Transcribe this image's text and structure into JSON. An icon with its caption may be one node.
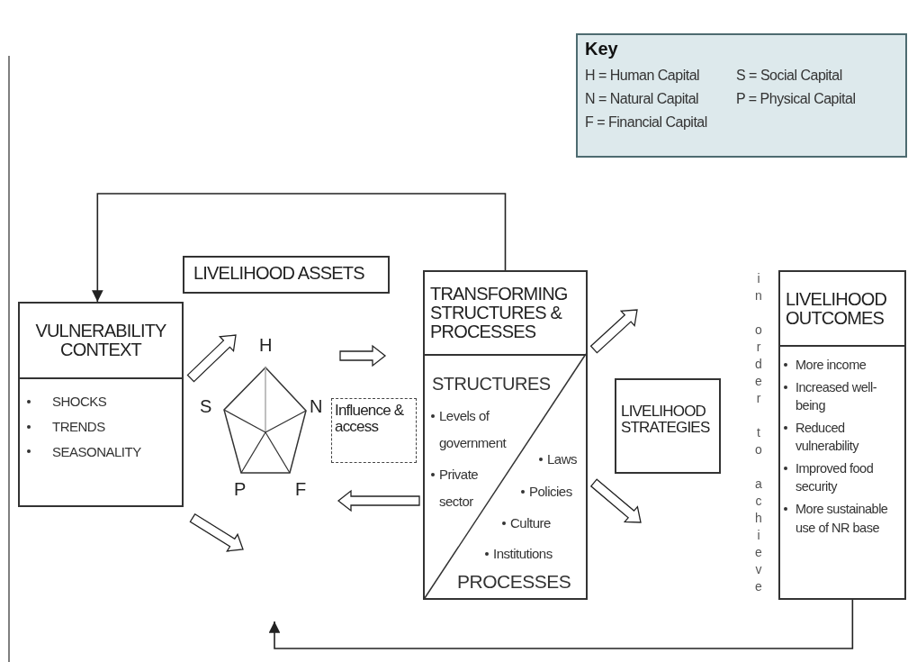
{
  "diagram": {
    "nodes": [
      {
        "text": [
          "Key",
          "H = Human Capital",
          "S = Social Capital",
          "N = Natural Capital",
          "P = Physical Capital",
          "F = Financial Capital"
        ]
      },
      {
        "text": [
          "VULNERABILITY CONTEXT",
          "SHOCKS",
          "TRENDS",
          "SEASONALITY"
        ]
      },
      {
        "text": [
          "LIVELIHOOD ASSETS"
        ]
      },
      {
        "text": [
          "H",
          "S",
          "N",
          "P",
          "F"
        ]
      },
      {
        "text": [
          "Influence & access"
        ]
      },
      {
        "text": [
          "TRANSFORMING STRUCTURES & PROCESSES",
          "STRUCTURES",
          "Levels of government",
          "Private sector",
          "Laws",
          "Policies",
          "Culture",
          "Institutions",
          "PROCESSES"
        ]
      },
      {
        "text": [
          "LIVELIHOOD STRATEGIES"
        ]
      },
      {
        "text": [
          "LIVELIHOOD OUTCOMES",
          "More income",
          "Increased well-being",
          "Reduced vulnerability",
          "Improved food security",
          "More sustainable use of NR base"
        ]
      }
    ],
    "edges": [
      {
        "from": 1,
        "to": 3,
        "arrow": "to",
        "style": "thick"
      },
      {
        "from": 1,
        "to": 3,
        "arrow": "to",
        "style": "thick"
      },
      {
        "from": 3,
        "to": 5,
        "arrow": "to",
        "style": "thick"
      },
      {
        "from": 5,
        "to": 3,
        "arrow": "to",
        "style": "thick"
      },
      {
        "from": 5,
        "to": 6,
        "arrow": "to",
        "style": "thick"
      },
      {
        "from": 5,
        "to": 6,
        "arrow": "to",
        "style": "thick"
      },
      {
        "from": 5,
        "to": 1,
        "arrow": "to"
      },
      {
        "from": 7,
        "to": null,
        "arrow": "to"
      }
    ],
    "labels": [
      "in order to achieve"
    ]
  }
}
